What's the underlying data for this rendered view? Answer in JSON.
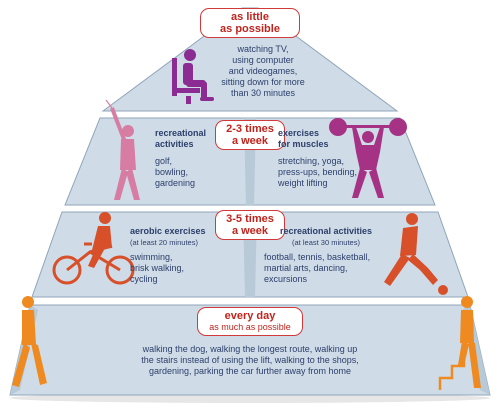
{
  "colors": {
    "level_face": "#cfdce7",
    "level_edge": "#8fa5b8",
    "text": "#2c3e6b",
    "badge_border": "#d03a3a",
    "badge_text": "#c0241d",
    "purple": "#8a2c91",
    "pink": "#d77ca2",
    "magenta": "#a63286",
    "red_orange": "#d8502a",
    "orange": "#ee8a20"
  },
  "icons": [
    "sitting-person-icon",
    "golfer-icon",
    "weightlifter-icon",
    "cyclist-icon",
    "soccer-player-icon",
    "walking-person-icon",
    "climbing-stairs-icon"
  ],
  "level1": {
    "badge_line1": "as little",
    "badge_line2": "as possible",
    "lines": [
      "watching TV,",
      "using computer",
      "and videogames,",
      "sitting down for more",
      "than 30 minutes"
    ]
  },
  "level2": {
    "badge_line1": "2-3 times",
    "badge_line2": "a week",
    "left_title_1": "recreational",
    "left_title_2": "activities",
    "left_lines": [
      "golf,",
      "bowling,",
      "gardening"
    ],
    "right_title_1": "exercises",
    "right_title_2": "for muscles",
    "right_lines": [
      "stretching, yoga,",
      "press-ups, bending,",
      "weight lifting"
    ]
  },
  "level3": {
    "badge_line1": "3-5 times",
    "badge_line2": "a week",
    "left_title": "aerobic exercises",
    "left_sub": "(at least 20 minutes)",
    "left_lines": [
      "swimming,",
      "brisk walking,",
      "cycling"
    ],
    "right_title": "recreational activities",
    "right_sub": "(at least 30 minutes)",
    "right_lines": [
      "football, tennis, basketball,",
      "martial arts, dancing,",
      "excursions"
    ]
  },
  "level4": {
    "badge_line1": "every day",
    "badge_sub": "as much as possible",
    "lines": [
      "walking the dog, walking the longest route, walking up",
      "the stairs instead of using the lift, walking to the shops,",
      "gardening, parking the car further away from home"
    ]
  }
}
